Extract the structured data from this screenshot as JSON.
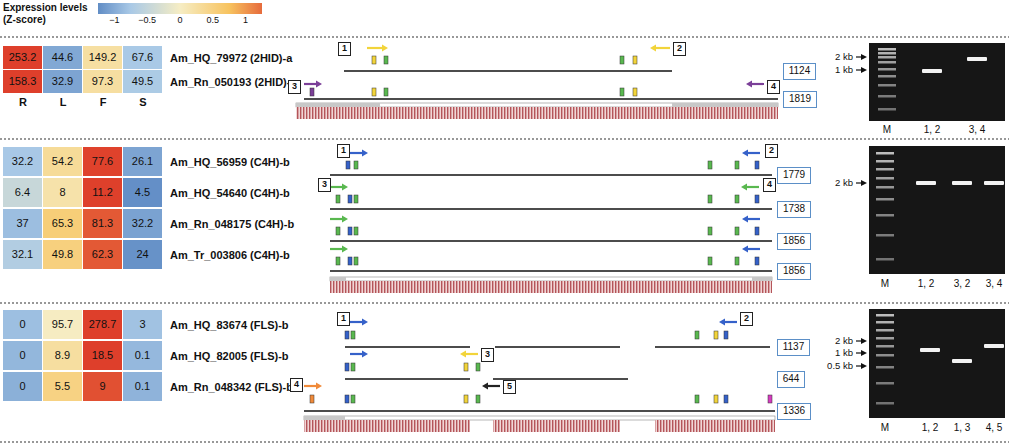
{
  "diagram": {
    "nodes": [
      {
        "text": [
          "1"
        ]
      },
      {
        "text": [
          "2"
        ]
      },
      {
        "text": [
          "3"
        ]
      },
      {
        "text": [
          "4"
        ]
      },
      {
        "text": [
          "1124"
        ]
      },
      {
        "text": [
          "1819"
        ]
      },
      {
        "text": [
          "1"
        ]
      },
      {
        "text": [
          "2"
        ]
      },
      {
        "text": [
          "3"
        ]
      },
      {
        "text": [
          "4"
        ]
      },
      {
        "text": [
          "1779"
        ]
      },
      {
        "text": [
          "1738"
        ]
      },
      {
        "text": [
          "1856"
        ]
      },
      {
        "text": [
          "1856"
        ]
      },
      {
        "text": [
          "1"
        ]
      },
      {
        "text": [
          "2"
        ]
      },
      {
        "text": [
          "3"
        ]
      },
      {
        "text": [
          "4"
        ]
      },
      {
        "text": [
          "5"
        ]
      },
      {
        "text": [
          "1137"
        ]
      },
      {
        "text": [
          "644"
        ]
      },
      {
        "text": [
          "1336"
        ]
      }
    ],
    "labels": [
      "Expression levels",
      "(Z-score)",
      "−1",
      "−0.5",
      "0",
      "0.5",
      "1",
      "253.2",
      "44.6",
      "149.2",
      "67.6",
      "158.3",
      "32.9",
      "97.3",
      "49.5",
      "R",
      "L",
      "F",
      "S",
      "Am_HQ_79972 (2HID)-a",
      "Am_Rn_050193 (2HID)-a",
      "2 kb",
      "1 kb",
      "M",
      "1, 2",
      "3, 4",
      "32.2",
      "54.2",
      "77.6",
      "26.1",
      "6.4",
      "8",
      "11.2",
      "4.5",
      "37",
      "65.3",
      "81.3",
      "32.2",
      "32.1",
      "49.8",
      "62.3",
      "24",
      "Am_HQ_56959 (C4H)-b",
      "Am_HQ_54640 (C4H)-b",
      "Am_Rn_048175 (C4H)-b",
      "Am_Tr_003806 (C4H)-b",
      "2 kb",
      "M",
      "1, 2",
      "3, 2",
      "3, 4",
      "0",
      "95.7",
      "278.7",
      "3",
      "0",
      "8.9",
      "18.5",
      "0.1",
      "0",
      "5.5",
      "9",
      "0.1",
      "Am_HQ_83674 (FLS)-b",
      "Am_HQ_82005 (FLS)-b",
      "Am_Rn_048342 (FLS)-b",
      "2 kb",
      "1 kb",
      "0.5 kb",
      "M",
      "1, 2",
      "1, 3",
      "4, 5"
    ]
  }
}
